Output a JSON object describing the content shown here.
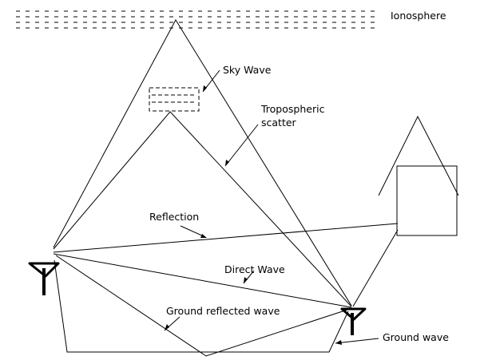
{
  "labels": {
    "ionosphere": "Ionosphere",
    "sky_wave": "Sky Wave",
    "tropospheric_line1": "Tropospheric",
    "tropospheric_line2": "scatter",
    "reflection": "Reflection",
    "direct_wave": "Direct Wave",
    "ground_reflected_wave": "Ground reflected wave",
    "ground_wave": "Ground wave"
  },
  "colors": {
    "background": "#ffffff",
    "lines": "#000000"
  },
  "icons": {
    "transmitter": "antenna-icon",
    "receiver": "antenna-icon",
    "building": "house-icon"
  }
}
